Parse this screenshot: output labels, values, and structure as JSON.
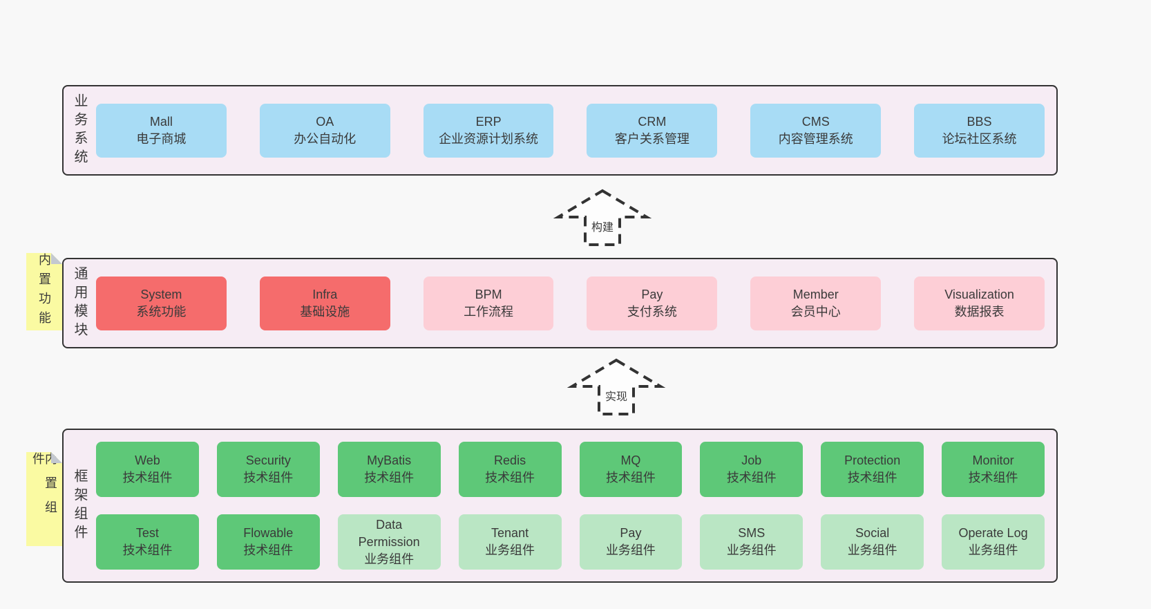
{
  "colors": {
    "page_bg": "#f8f8f8",
    "container_bg": "#f6ecf4",
    "container_border": "#333333",
    "box_blue": "#a8dcf5",
    "box_red": "#f56c6c",
    "box_pink": "#fdced6",
    "box_green": "#5ec878",
    "box_light_green": "#bae6c4",
    "note_bg": "#fafaa2",
    "note_fold": "#c3c8d0",
    "text": "#3a3a3a"
  },
  "arrows": [
    {
      "label": "构建"
    },
    {
      "label": "实现"
    }
  ],
  "sections": [
    {
      "label": "业务系统",
      "boxes": [
        {
          "name": "Mall",
          "subtitle": "电子商城",
          "variant": "blue"
        },
        {
          "name": "OA",
          "subtitle": "办公自动化",
          "variant": "blue"
        },
        {
          "name": "ERP",
          "subtitle": "企业资源计划系统",
          "variant": "blue"
        },
        {
          "name": "CRM",
          "subtitle": "客户关系管理",
          "variant": "blue"
        },
        {
          "name": "CMS",
          "subtitle": "内容管理系统",
          "variant": "blue"
        },
        {
          "name": "BBS",
          "subtitle": "论坛社区系统",
          "variant": "blue"
        }
      ]
    },
    {
      "label": "通用模块",
      "note": "内置功能",
      "boxes": [
        {
          "name": "System",
          "subtitle": "系统功能",
          "variant": "red"
        },
        {
          "name": "Infra",
          "subtitle": "基础设施",
          "variant": "red"
        },
        {
          "name": "BPM",
          "subtitle": "工作流程",
          "variant": "pink"
        },
        {
          "name": "Pay",
          "subtitle": "支付系统",
          "variant": "pink"
        },
        {
          "name": "Member",
          "subtitle": "会员中心",
          "variant": "pink"
        },
        {
          "name": "Visualization",
          "subtitle": "数据报表",
          "variant": "pink"
        }
      ]
    },
    {
      "label": "框架组件",
      "note": "内置组件",
      "rows": [
        [
          {
            "name": "Web",
            "subtitle": "技术组件",
            "variant": "green"
          },
          {
            "name": "Security",
            "subtitle": "技术组件",
            "variant": "green"
          },
          {
            "name": "MyBatis",
            "subtitle": "技术组件",
            "variant": "green"
          },
          {
            "name": "Redis",
            "subtitle": "技术组件",
            "variant": "green"
          },
          {
            "name": "MQ",
            "subtitle": "技术组件",
            "variant": "green"
          },
          {
            "name": "Job",
            "subtitle": "技术组件",
            "variant": "green"
          },
          {
            "name": "Protection",
            "subtitle": "技术组件",
            "variant": "green"
          },
          {
            "name": "Monitor",
            "subtitle": "技术组件",
            "variant": "green"
          }
        ],
        [
          {
            "name": "Test",
            "subtitle": "技术组件",
            "variant": "green"
          },
          {
            "name": "Flowable",
            "subtitle": "技术组件",
            "variant": "green"
          },
          {
            "name": "Data Permission",
            "subtitle": "业务组件",
            "variant": "light-green"
          },
          {
            "name": "Tenant",
            "subtitle": "业务组件",
            "variant": "light-green"
          },
          {
            "name": "Pay",
            "subtitle": "业务组件",
            "variant": "light-green"
          },
          {
            "name": "SMS",
            "subtitle": "业务组件",
            "variant": "light-green"
          },
          {
            "name": "Social",
            "subtitle": "业务组件",
            "variant": "light-green"
          },
          {
            "name": "Operate Log",
            "subtitle": "业务组件",
            "variant": "light-green"
          }
        ]
      ]
    }
  ]
}
